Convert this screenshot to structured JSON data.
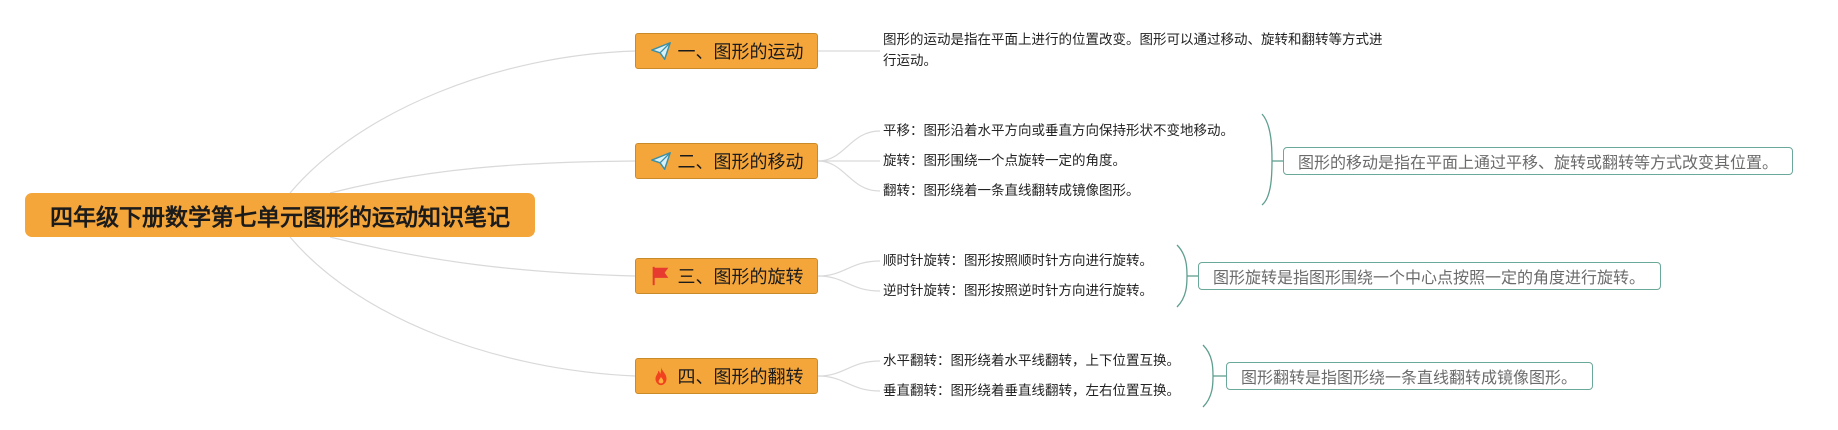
{
  "colors": {
    "root_fill": "#f5a63b",
    "branch_fill": "#f5a63b",
    "link": "#d9d9d9",
    "bracket": "#5f9e8f",
    "summary_border": "#6aa89a"
  },
  "root": {
    "label": "四年级下册数学第七单元图形的运动知识笔记"
  },
  "branches": [
    {
      "label": "一、图形的运动",
      "icon": "paper-plane-icon",
      "leaves": [
        "图形的运动是指在平面上进行的位置改变。图形可以通过移动、旋转和翻转等方式进行运动。"
      ],
      "summary": ""
    },
    {
      "label": "二、图形的移动",
      "icon": "paper-plane-icon",
      "leaves": [
        "平移：图形沿着水平方向或垂直方向保持形状不变地移动。",
        "旋转：图形围绕一个点旋转一定的角度。",
        "翻转：图形绕着一条直线翻转成镜像图形。"
      ],
      "summary": "图形的移动是指在平面上通过平移、旋转或翻转等方式改变其位置。"
    },
    {
      "label": "三、图形的旋转",
      "icon": "flag-icon",
      "leaves": [
        "顺时针旋转：图形按照顺时针方向进行旋转。",
        "逆时针旋转：图形按照逆时针方向进行旋转。"
      ],
      "summary": "图形旋转是指图形围绕一个中心点按照一定的角度进行旋转。"
    },
    {
      "label": "四、图形的翻转",
      "icon": "fire-icon",
      "leaves": [
        "水平翻转：图形绕着水平线翻转，上下位置互换。",
        "垂直翻转：图形绕着垂直线翻转，左右位置互换。"
      ],
      "summary": "图形翻转是指图形绕一条直线翻转成镜像图形。"
    }
  ]
}
